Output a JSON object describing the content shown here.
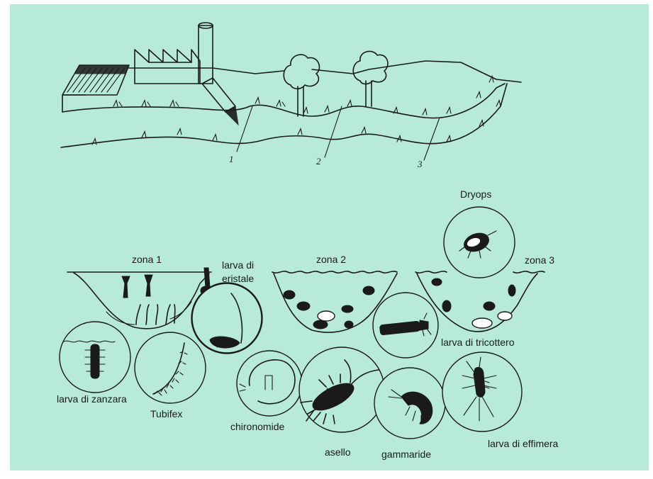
{
  "landscape": {
    "section_numbers": [
      "1",
      "2",
      "3"
    ]
  },
  "zones": [
    {
      "label": "zona 1"
    },
    {
      "label": "zona 2"
    },
    {
      "label": "zona 3"
    }
  ],
  "organisms": [
    {
      "label_lines": [
        "larva di",
        "eristale"
      ]
    },
    {
      "label_lines": [
        "larva di zanzara"
      ]
    },
    {
      "label_lines": [
        "Tubifex"
      ]
    },
    {
      "label_lines": [
        "chironomide"
      ]
    },
    {
      "label_lines": [
        "asello"
      ]
    },
    {
      "label_lines": [
        "gammaride"
      ]
    },
    {
      "label_lines": [
        "larva di tricottero"
      ]
    },
    {
      "label_lines": [
        "larva di effimera"
      ]
    },
    {
      "label_lines": [
        "Dryops"
      ]
    }
  ],
  "colors": {
    "background": "#b7ead9",
    "ink": "#1a1a1a",
    "frame": "#ffffff"
  }
}
